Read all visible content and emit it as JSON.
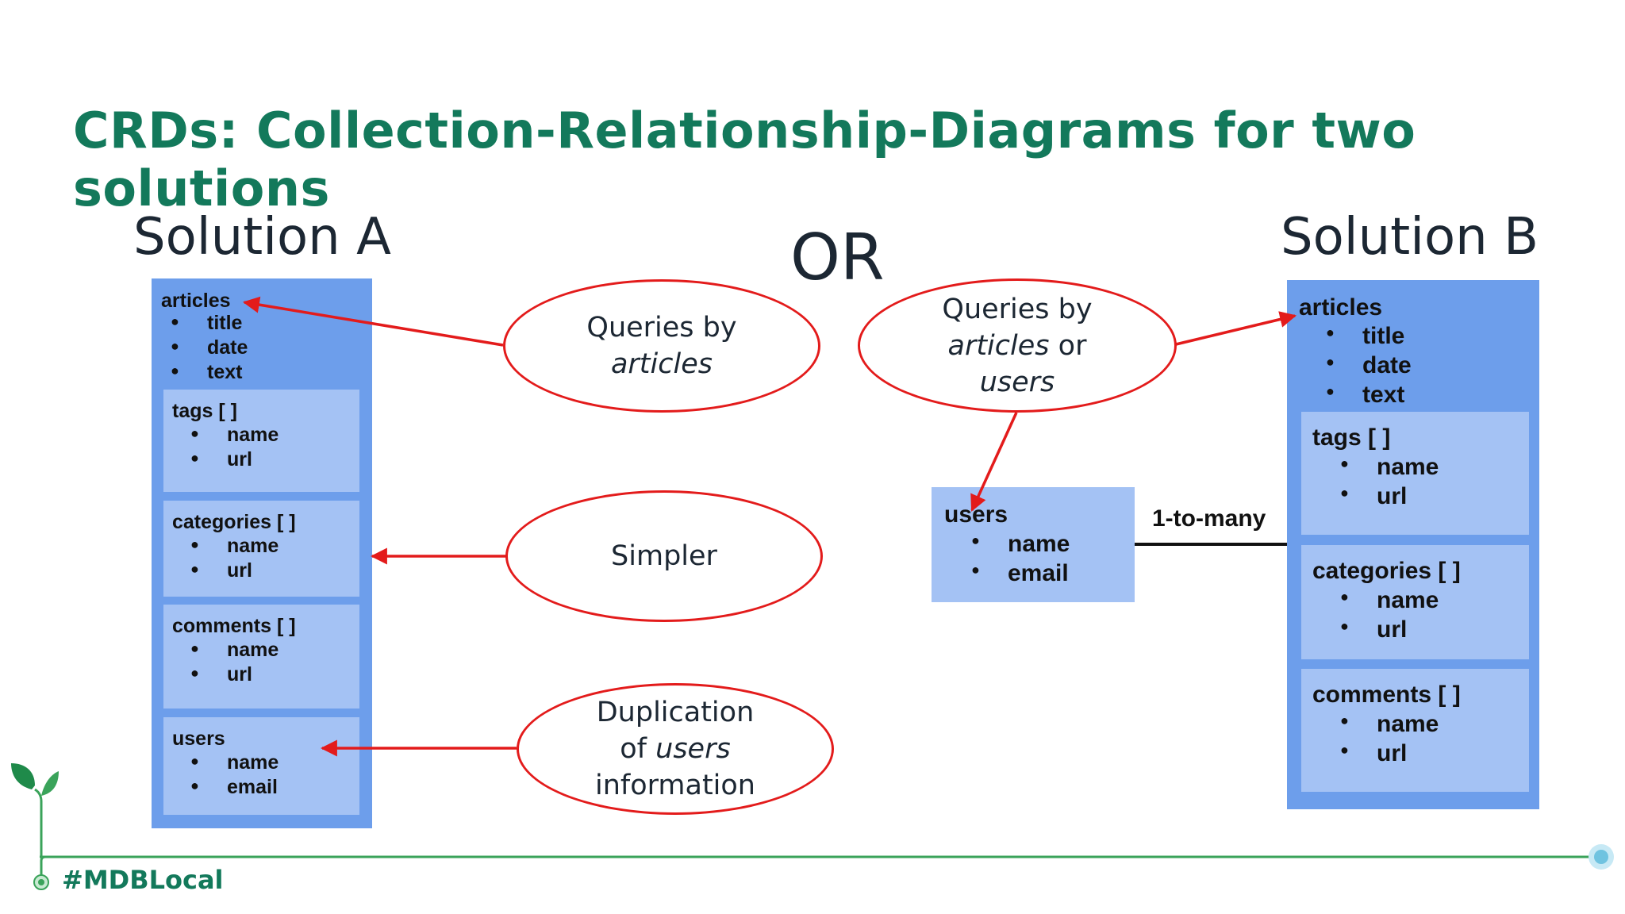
{
  "title": "CRDs: Collection-Relationship-Diagrams for two solutions",
  "solution_a_label": "Solution A",
  "solution_b_label": "Solution B",
  "or_label": "OR",
  "solution_a": {
    "main": {
      "name": "articles",
      "fields": [
        "title",
        "date",
        "text"
      ]
    },
    "embedded": [
      {
        "name": "tags [ ]",
        "fields": [
          "name",
          "url"
        ]
      },
      {
        "name": "categories [ ]",
        "fields": [
          "name",
          "url"
        ]
      },
      {
        "name": "comments [ ]",
        "fields": [
          "name",
          "url"
        ]
      },
      {
        "name": "users",
        "fields": [
          "name",
          "email"
        ]
      }
    ]
  },
  "solution_b": {
    "main": {
      "name": "articles",
      "fields": [
        "title",
        "date",
        "text"
      ]
    },
    "embedded": [
      {
        "name": "tags [ ]",
        "fields": [
          "name",
          "url"
        ]
      },
      {
        "name": "categories [ ]",
        "fields": [
          "name",
          "url"
        ]
      },
      {
        "name": "comments [ ]",
        "fields": [
          "name",
          "url"
        ]
      }
    ],
    "users": {
      "name": "users",
      "fields": [
        "name",
        "email"
      ]
    },
    "relationship_label": "1-to-many"
  },
  "callouts": {
    "queries_a": {
      "line1": "Queries by",
      "line2_em": "articles"
    },
    "simpler": {
      "text": "Simpler"
    },
    "duplication": {
      "line1": "Duplication",
      "line2_pre": "of ",
      "line2_em": "users",
      "line3": "information"
    },
    "queries_b": {
      "line1": "Queries by",
      "line2_em": "articles",
      "line2_post": " or",
      "line3_em": "users"
    }
  },
  "footer": {
    "hashtag": "#MDBLocal"
  },
  "colors": {
    "title_green": "#13795b",
    "collection_blue": "#6d9eeb",
    "embedded_blue": "#a4c2f4",
    "callout_red": "#e31b1b",
    "footer_line_green": "#3aa35a",
    "footer_dot_blue": "#6fc3e0"
  }
}
